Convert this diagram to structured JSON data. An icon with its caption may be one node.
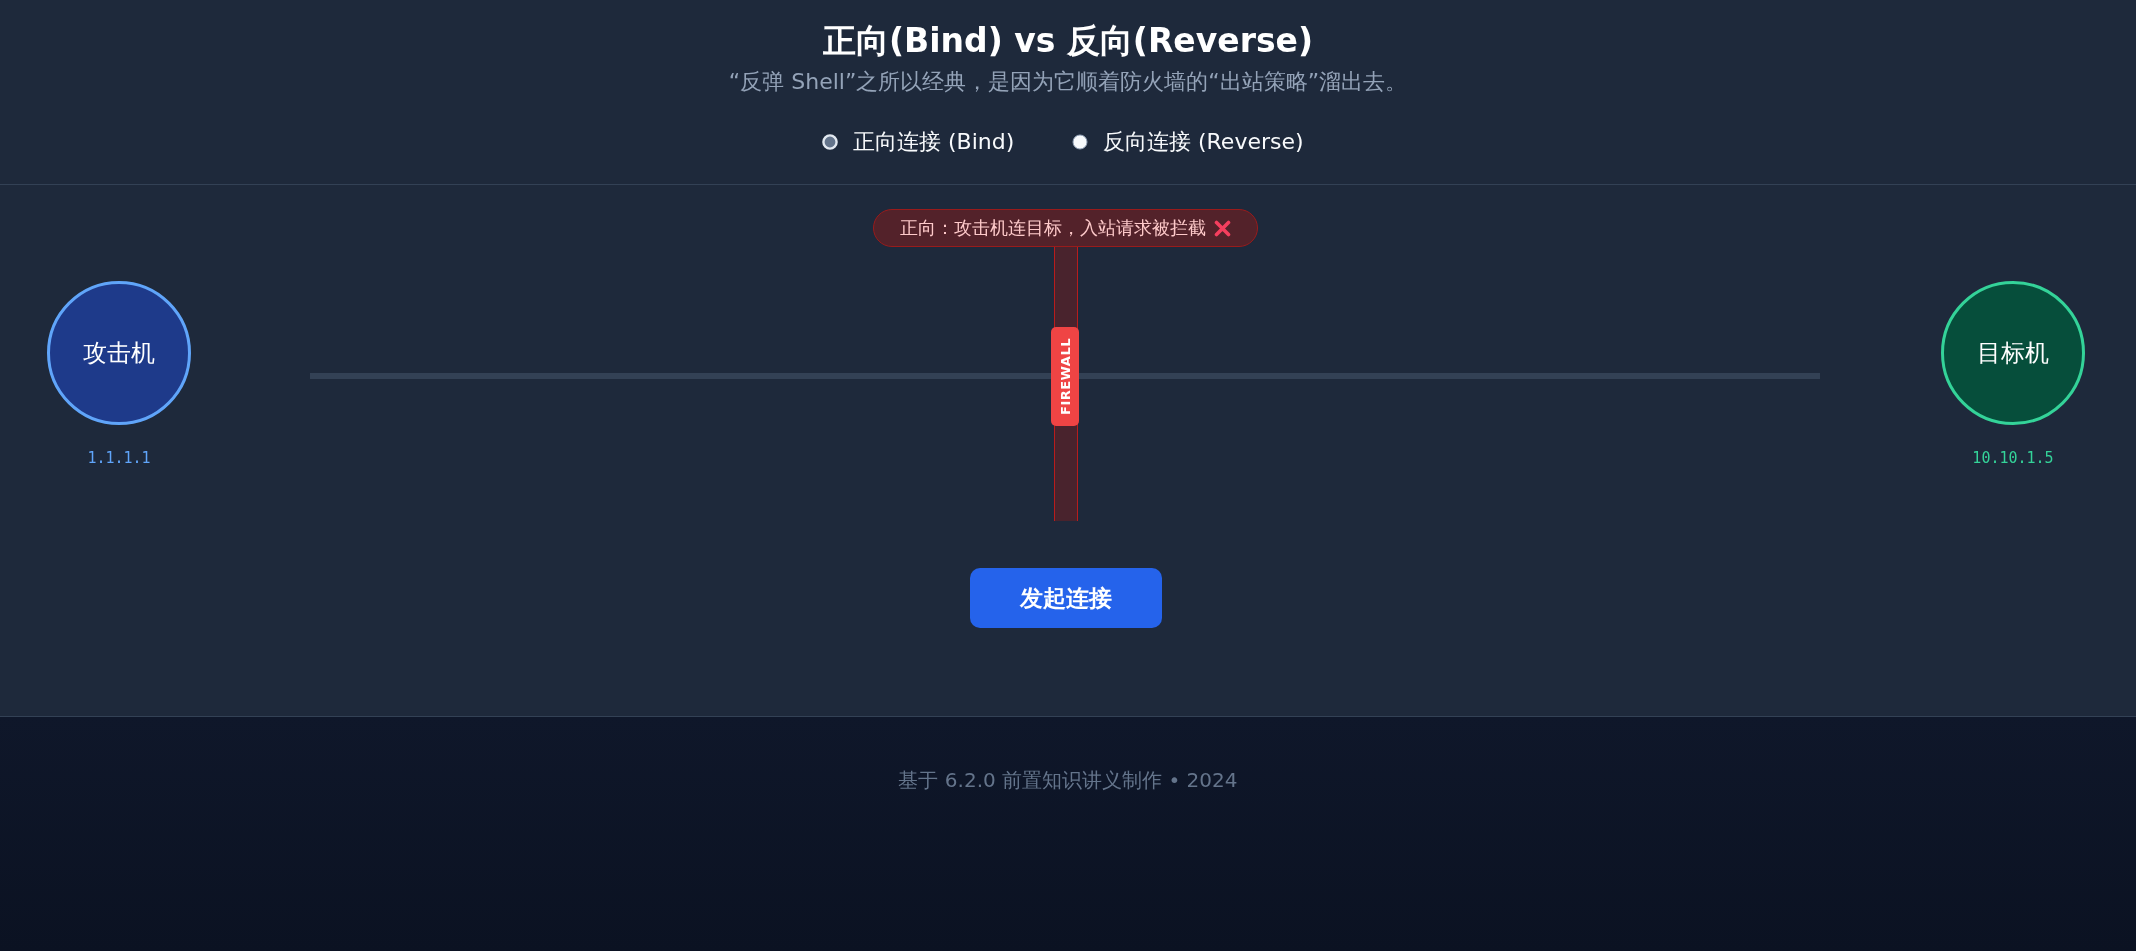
{
  "diagram": {
    "title": "正向(Bind) vs 反向(Reverse)",
    "nodes": [
      {
        "text": [
          "正向：攻击机连目标，入站请求被拦截"
        ]
      },
      {
        "text": [
          "攻击机"
        ],
        "beside": [
          "1.1.1.1"
        ]
      },
      {
        "text": [
          "FIREWALL"
        ]
      },
      {
        "text": [
          "目标机"
        ],
        "beside": [
          "10.10.1.5"
        ]
      }
    ],
    "labels": [
      "“反弹 Shell”之所以经典，是因为它顺着防火墙的“出站策略”溜出去。",
      "正向连接 (Bind)",
      "反向连接 (Reverse)",
      "发起连接",
      "基于 6.2.0 前置知识讲义制作 • 2024"
    ]
  }
}
